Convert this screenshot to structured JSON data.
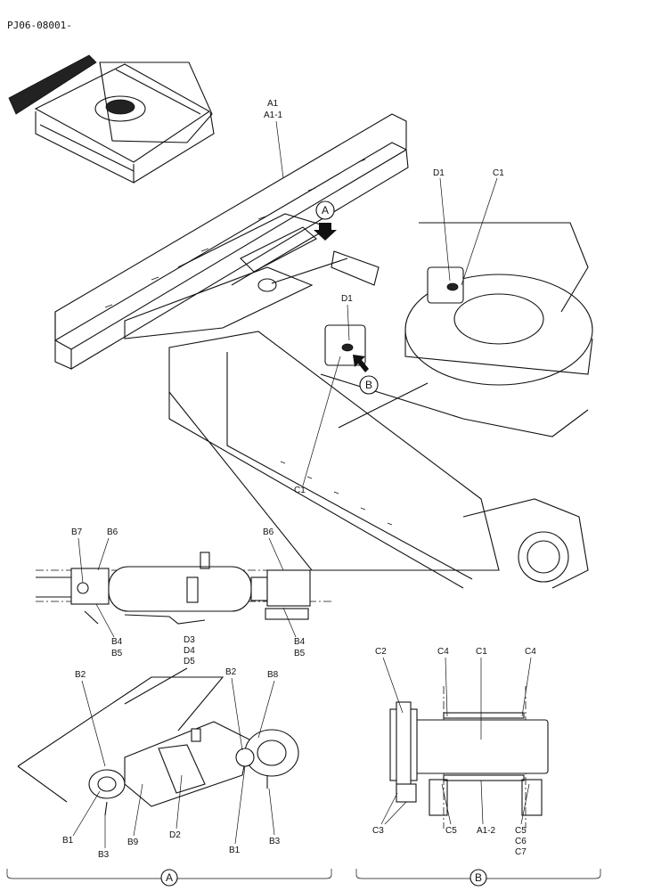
{
  "doc_ref": "PJ06-08001-",
  "main_view": {
    "labels": {
      "a1": "A1",
      "a1_1": "A1-1",
      "d1_right": "D1",
      "c1_right": "C1",
      "d1_center": "D1",
      "c1_bottom": "C1"
    },
    "callout_a": "A",
    "callout_b": "B"
  },
  "detail_top": {
    "labels": {
      "b7": "B7",
      "b6_left": "B6",
      "b6_right": "B6",
      "b4_left": "B4",
      "b5_left": "B5",
      "b4_right": "B4",
      "b5_right": "B5",
      "d3": "D3",
      "d4": "D4",
      "d5": "D5"
    }
  },
  "detail_a": {
    "labels": {
      "b2_left": "B2",
      "b2_right": "B2",
      "b8": "B8",
      "b1_left": "B1",
      "b3_left": "B3",
      "b9": "B9",
      "d2": "D2",
      "b1_right": "B1",
      "b3_right": "B3"
    },
    "caption": "A"
  },
  "detail_b": {
    "labels": {
      "c2": "C2",
      "c4_left": "C4",
      "c1": "C1",
      "c4_right": "C4",
      "c3": "C3",
      "c5_left": "C5",
      "a1_2": "A1-2",
      "c5_right": "C5",
      "c6": "C6",
      "c7": "C7"
    },
    "caption": "B"
  },
  "icons": [
    "arrow-pointer-icon",
    "circle-callout-icon"
  ]
}
